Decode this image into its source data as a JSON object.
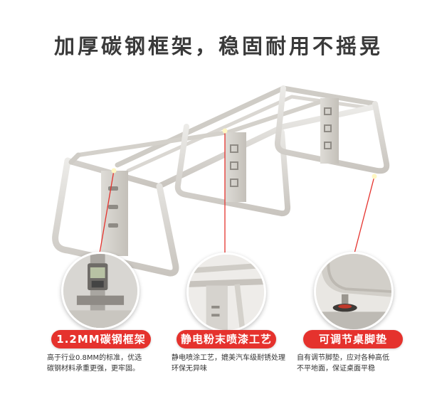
{
  "headline": "加厚碳钢框架，稳固耐用不摇晃",
  "colors": {
    "accent": "#e5322d",
    "frame": "#d9d6d1",
    "frame_shadow": "#b9b5ae"
  },
  "features": [
    {
      "badge": "1.2MM碳钢框架",
      "line1": "高于行业0.8MM的标准，优选",
      "line2": "碳钢材料承重更强，更牢固。",
      "icon": "caliper-icon"
    },
    {
      "badge": "静电粉末喷漆工艺",
      "line1": "静电喷涂工艺，媲美汽车级耐锈处理",
      "line2": "环保无异味",
      "icon": "frame-corner-icon"
    },
    {
      "badge": "可调节桌脚垫",
      "line1": "自有调节脚垫，应对各种高低",
      "line2": "不平地面，保证桌面平稳",
      "icon": "foot-pad-icon"
    }
  ]
}
